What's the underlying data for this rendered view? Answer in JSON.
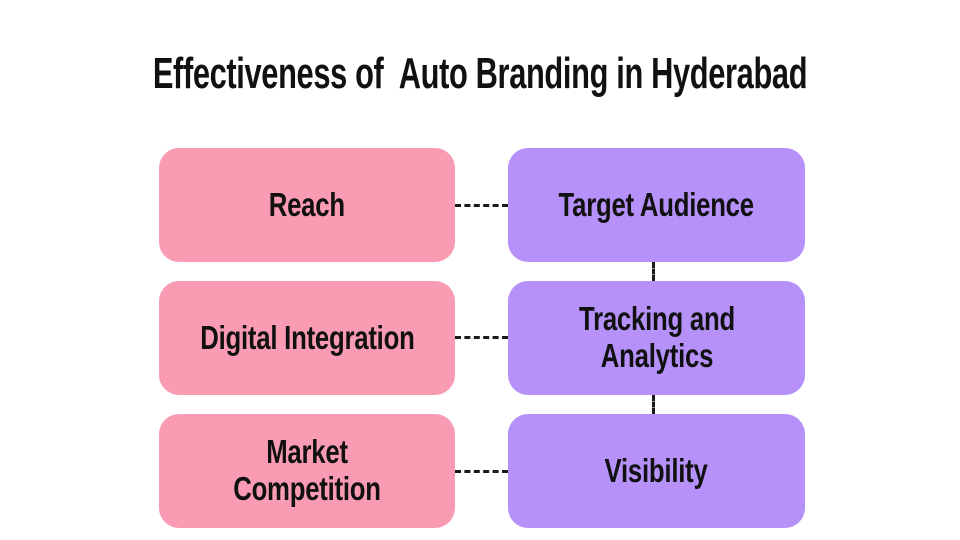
{
  "title": "Effectiveness of  Auto Branding in Hyderabad",
  "colors": {
    "pink": "#FA9BB4",
    "purple": "#B691FA",
    "text": "#111111",
    "background": "#FFFFFF",
    "connector": "#1A1A1A"
  },
  "rows": [
    {
      "left": {
        "label": "Reach"
      },
      "right": {
        "label": "Target Audience"
      }
    },
    {
      "left": {
        "label": "Digital Integration"
      },
      "right": {
        "label": "Tracking and\nAnalytics"
      }
    },
    {
      "left": {
        "label": "Market Competition"
      },
      "right": {
        "label": "Visibility"
      }
    }
  ]
}
